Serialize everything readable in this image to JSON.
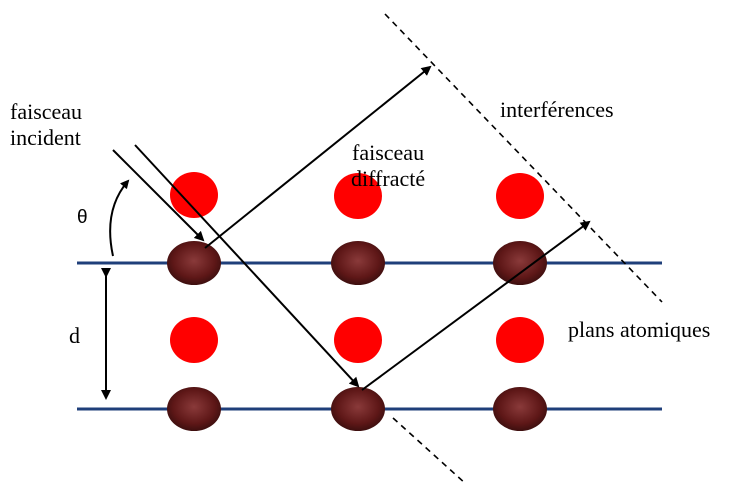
{
  "labels": {
    "incident_line1": "faisceau",
    "incident_line2": "incident",
    "diffracted_line1": "faisceau",
    "diffracted_line2": "diffracté",
    "interference": "interférences",
    "theta": "θ",
    "spacing": "d",
    "planes": "plans atomiques"
  },
  "colors": {
    "plane_line": "#1f3f7a",
    "atom_dark": "#6b1f1f",
    "atom_red": "#ff0000",
    "ray": "#000000",
    "wavefront": "#000000"
  },
  "lattice": {
    "plane_count": 2,
    "atoms_per_row": 3,
    "atom_rows_red": 2,
    "atom_rows_dark": 2
  }
}
